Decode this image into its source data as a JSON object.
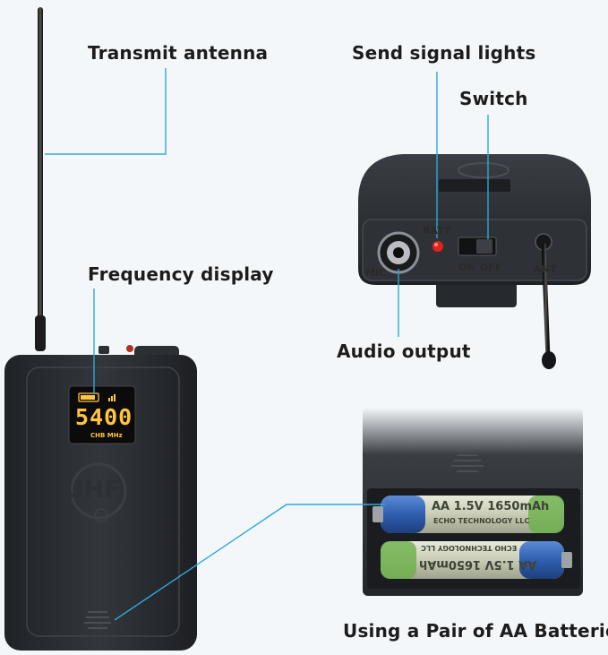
{
  "labels": {
    "transmit_antenna": "Transmit antenna",
    "send_signal_lights": "Send signal lights",
    "switch": "Switch",
    "frequency_display": "Frequency display",
    "audio_output": "Audio output",
    "batteries": "Using a Pair of AA Batteries"
  },
  "device": {
    "lcd_frequency": "5400",
    "lcd_channel": "CHB MHz",
    "logo": "UHF",
    "top_tags": {
      "batt": "BATT",
      "on": "ON",
      "off": "OFF",
      "mic": "MIC",
      "ant": "ANT"
    }
  },
  "batteries": {
    "top": {
      "spec": "AA 1.5V 1650mAh",
      "brand": "ECHO TECHNOLOGY LLC"
    },
    "bottom": {
      "spec": "AA 1.5V 1650mAh",
      "brand": "ECHO TECHNOLOGY LLC"
    }
  },
  "colors": {
    "callout_line": "#2ea8d8",
    "device_body": "#2b2e33",
    "lcd_text": "#ffc540",
    "led_red": "#e0231b",
    "battery_blue": "#2f5fb0",
    "battery_green": "#6ab04a"
  }
}
